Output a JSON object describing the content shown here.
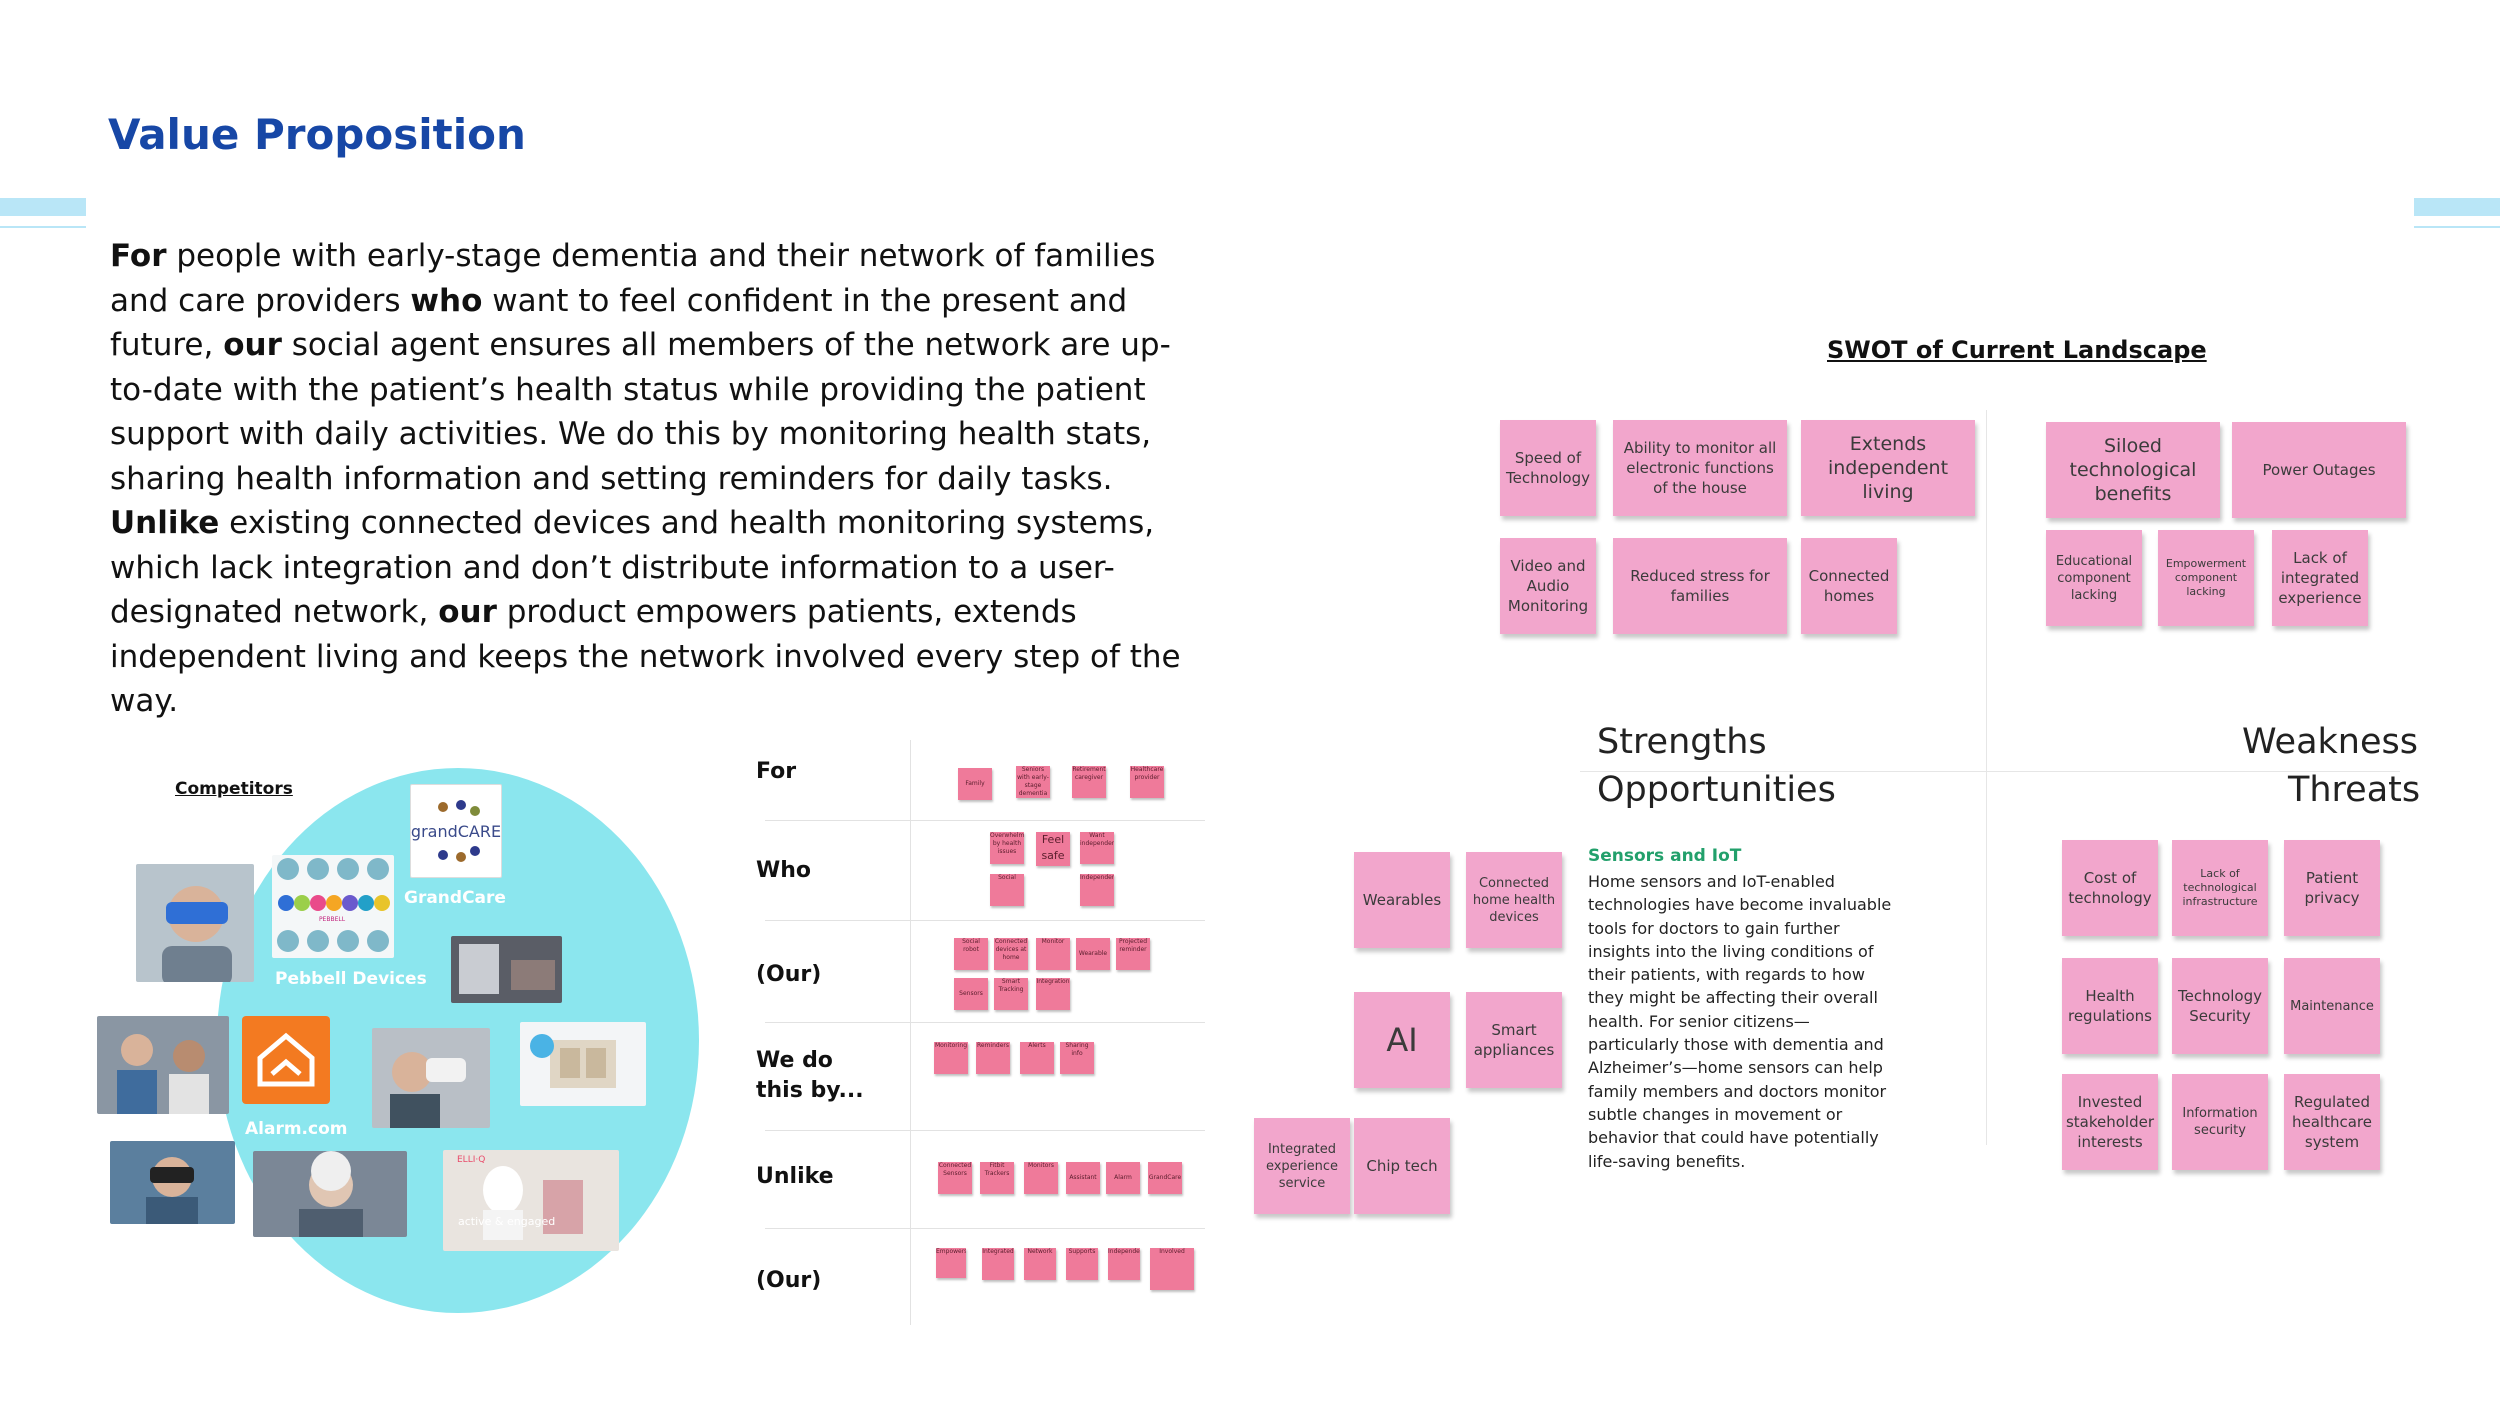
{
  "page": {
    "title": "Value Proposition",
    "value_proposition": {
      "for": "For",
      "for_text": " people with early-stage dementia and their network of families and care providers ",
      "who": "who",
      "who_text": " want to feel confident in the present and future, ",
      "our1": "our",
      "our1_text": " social agent ensures all members of the network are up-to-date with the patient’s health status while providing the patient support with daily activities. We do this by monitoring health stats, sharing health information and setting reminders for daily tasks. ",
      "unlike": "Unlike",
      "unlike_text": " existing connected devices and health monitoring systems, which lack integration and don’t distribute information to a user-designated network, ",
      "our2": "our",
      "our2_text": " product empowers patients, extends independent living and keeps the network involved every step of the way."
    }
  },
  "competitors": {
    "title": "Competitors",
    "labels": [
      "GrandCare",
      "Pebbell Devices",
      "Alarm.com"
    ],
    "grandcare_logo": "grandCARE",
    "pebbell_logo": "PEBBELL",
    "lelo_text": "active & engaged"
  },
  "vp_table": {
    "rows": [
      {
        "label": "For",
        "notes": [
          "Family",
          "Seniors with early-stage dementia",
          "Retirement caregiver",
          "Healthcare provider"
        ]
      },
      {
        "label": "Who",
        "notes": [
          "Overwhelmed by health issues",
          "Feel safe",
          "Want independence",
          "Social",
          "Independence"
        ]
      },
      {
        "label": "(Our)",
        "notes": [
          "Social robot",
          "Connected devices at home",
          "Monitor",
          "Wearable",
          "Projected reminder",
          "Sensors",
          "Smart Tracking",
          "Integration"
        ]
      },
      {
        "label": "We do this by...",
        "notes": [
          "Monitoring",
          "Reminders",
          "Alerts",
          "Sharing info"
        ]
      },
      {
        "label": "Unlike",
        "notes": [
          "Connected Sensors",
          "Fitbit Trackers",
          "Monitors",
          "Assistant",
          "Alarm",
          "GrandCare"
        ]
      },
      {
        "label": "(Our)",
        "notes": [
          "Empowers",
          "Integrated",
          "Network",
          "Supports",
          "Independent",
          "Involved"
        ]
      }
    ]
  },
  "swot": {
    "title": "SWOT of Current Landscape",
    "quadrants": {
      "strengths": "Strengths",
      "weakness": "Weakness",
      "opportunities": "Opportunities",
      "threats": "Threats"
    },
    "strengths_notes": [
      "Speed of Technology",
      "Ability to monitor all electronic functions of the house",
      "Extends independent living",
      "Video and Audio Monitoring",
      "Reduced stress for families",
      "Connected homes"
    ],
    "weakness_notes": [
      "Siloed technological benefits",
      "Power Outages",
      "Educational component lacking",
      "Empowerment component lacking",
      "Lack of integrated experience"
    ],
    "opportunities_notes": [
      "Wearables",
      "Connected home health devices",
      "AI",
      "Smart appliances",
      "Integrated experience service",
      "Chip tech"
    ],
    "threats_notes": [
      "Cost of technology",
      "Lack of technological infrastructure",
      "Patient privacy",
      "Health regulations",
      "Technology Security",
      "Maintenance",
      "Invested stakeholder interests",
      "Information security",
      "Regulated healthcare system"
    ],
    "sensors": {
      "title": "Sensors and IoT",
      "body": "Home sensors and IoT-enabled technologies have become invaluable tools for doctors to gain further insights into the living conditions of their patients, with regards to how they might be affecting their overall health. For senior citizens—particularly those with dementia and Alzheimer’s—home sensors can help family members and doctors monitor subtle changes in movement or behavior that could have potentially life-saving benefits."
    }
  },
  "colors": {
    "title_blue": "#1747a6",
    "accent_band": "#b9e6f7",
    "competitor_circle": "#8be6ee",
    "sticky_pink": "#f2a6cc",
    "mini_sticky": "#ef7a9a",
    "sensors_green": "#22a06b",
    "alarm_orange": "#f37a21"
  }
}
